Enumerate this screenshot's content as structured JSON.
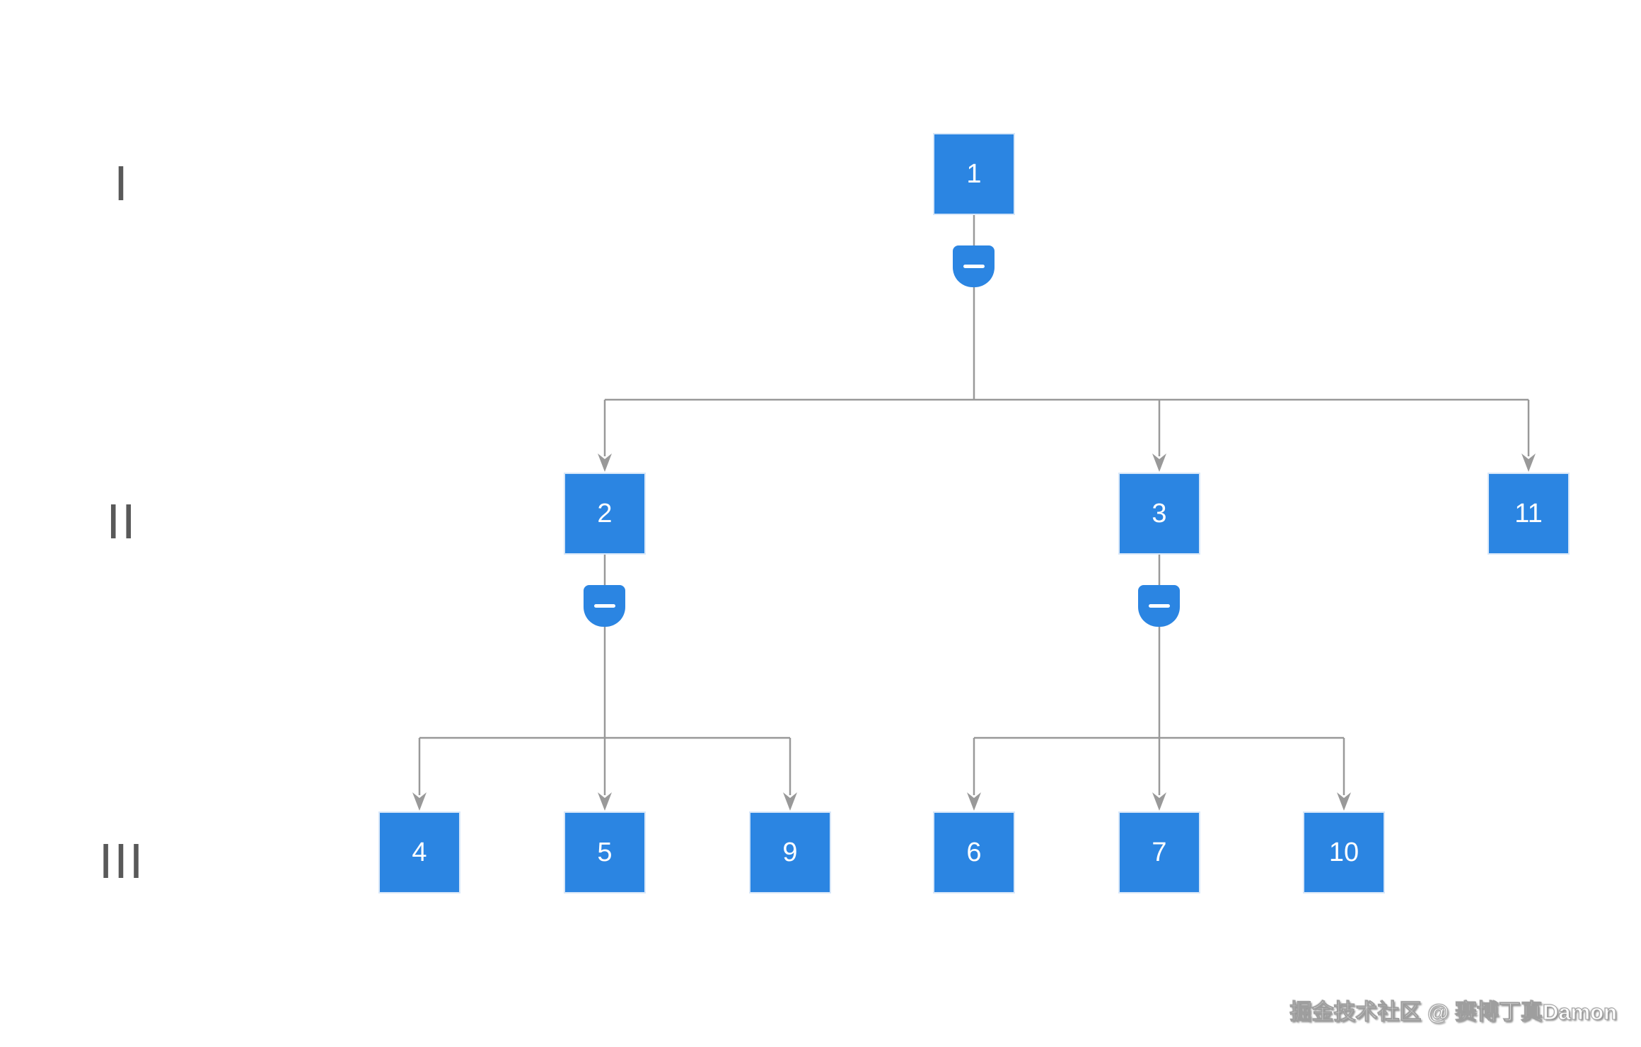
{
  "diagram": {
    "type": "tree",
    "levels": [
      {
        "label": "I"
      },
      {
        "label": "II"
      },
      {
        "label": "III"
      }
    ],
    "nodes": [
      {
        "label": "1",
        "level": "I",
        "parent": null,
        "has_collapse_button": true
      },
      {
        "label": "2",
        "level": "II",
        "parent": "1",
        "has_collapse_button": true
      },
      {
        "label": "3",
        "level": "II",
        "parent": "1",
        "has_collapse_button": true
      },
      {
        "label": "11",
        "level": "II",
        "parent": "1",
        "has_collapse_button": false
      },
      {
        "label": "4",
        "level": "III",
        "parent": "2",
        "has_collapse_button": false
      },
      {
        "label": "5",
        "level": "III",
        "parent": "2",
        "has_collapse_button": false
      },
      {
        "label": "9",
        "level": "III",
        "parent": "2",
        "has_collapse_button": false
      },
      {
        "label": "6",
        "level": "III",
        "parent": "3",
        "has_collapse_button": false
      },
      {
        "label": "7",
        "level": "III",
        "parent": "3",
        "has_collapse_button": false
      },
      {
        "label": "10",
        "level": "III",
        "parent": "3",
        "has_collapse_button": false
      }
    ],
    "collapse_icon": "minus"
  },
  "colors": {
    "node_fill": "#2B85E2",
    "node_border": "#D7E7F9",
    "node_text": "#FFFFFF",
    "connector": "#999999",
    "level_label": "#595959"
  },
  "watermark": {
    "text": "掘金技术社区 @ 赛博丁真Damon"
  }
}
